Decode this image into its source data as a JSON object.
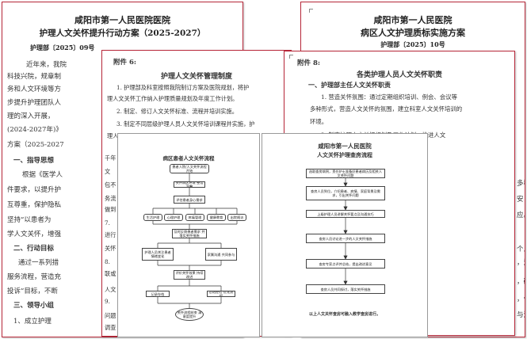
{
  "page1": {
    "title_line1": "咸阳市第一人民医院医院",
    "title_line2": "护理人文关怀提升行动方案（2025-2027）",
    "docno": "护理部〔2025〕09号",
    "lines": [
      "近年来，我院",
      "科技兴院，规章制",
      "务和人文环境等方",
      "步提升护理团队人",
      "理的深入开展，",
      "(2024-2027年)》",
      "方案（2025-2027",
      "一、指导思想",
      "根据《医学人",
      "件要求，以提升护",
      "互尊重，保护隐私",
      "坚持“以患者为",
      "学人文关怀，增强",
      "二、行动目标",
      "通过一系列措",
      "服务流程，营造充",
      "投诉”目标，不断",
      "三、领导小组",
      "1、成立护理"
    ]
  },
  "page2": {
    "title_line1": "咸阳市第一人民医院",
    "title_line2": "病区人文护理质标实施方案",
    "docno": "护理部〔2025〕10号",
    "side_lines": [
      "多种",
      "安",
      "应。",
      "个人",
      "，消化",
      "，确",
      "，化",
      "与沟"
    ]
  },
  "page3": {
    "attach_label": "附件 6:",
    "title": "护理人文关怀管理制度",
    "lines": [
      "1. 护理部及科室按照我院制订方案及医院规划，将护",
      "理人文关怀工作纳入护理质量规划及年度工作计划。",
      "2. 制定、修订人文关怀标准、流程并培训实施。",
      "3. 制定不同层级护理人员人文关怀培训课程并实施，护",
      "理人"
    ],
    "left_fragments": [
      "理人",
      "千年",
      "文",
      "包不",
      "务流",
      "做到",
      "7.",
      "进行",
      "关怀",
      "8.",
      "联或",
      "人文",
      "9.",
      "问题",
      "调查"
    ]
  },
  "page4": {
    "attach_label": "附件 8:",
    "title": "各类护理人员人文关怀职责",
    "section": "一、护理部主任人文关怀职责",
    "lines": [
      "1. 营造关怀氛围：通过定期组织培训、例会、会议等",
      "多种形式，营造人文关怀的氛围，建立科室人文关怀培训的",
      "环境。",
      "2. 制定护理人文关怀规划及工作计划，推进人文"
    ]
  },
  "page5": {
    "title": "病区患者人文关怀流程",
    "nodes": {
      "start": "患者入院/人文关怀流程开始",
      "n1": "关怀病区环境 整洁温馨",
      "n2": "评估患者身心需求",
      "c1": "生活护理",
      "c2": "心理护理",
      "c3": "疼痛管理",
      "c4": "健康教育",
      "c5": "出院随访",
      "n3": "及时反馈患者需求 并落实关怀措施",
      "n4": "护理人员关注患者 情绪变化",
      "n5": "家属沟通 共同参与",
      "n6": "评价关怀效果 持续改进",
      "n7": "记录存档",
      "n8": "总结经验 优化流程",
      "end": "关怀流程结束 满意度提升"
    }
  },
  "page6": {
    "title_line1": "咸阳市第一人民医院",
    "title_line2": "人文关怀护理查房流程",
    "steps": [
      "选取查房病例，责任护士准备好患者病历及相关人文关怀问题",
      "查房人员到位，介绍患者、病情、家庭背景及需求，引出关怀问题",
      "上级护理人员讲解关怀要点及沟通技巧",
      "查房人员讨论进一步的人文关怀措施",
      "查房专家点评并总结，提出改进意见",
      "查房人员共同探讨，落实关怀措施"
    ],
    "footer": "以上人文关怀查房可融入教学查房进行。"
  }
}
